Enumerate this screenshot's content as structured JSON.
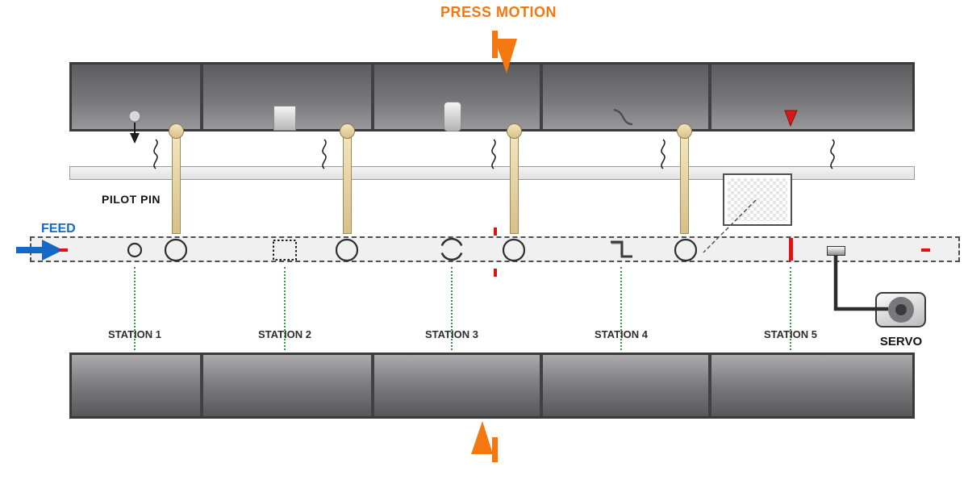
{
  "header": {
    "press_motion_label": "PRESS MOTION"
  },
  "feed": {
    "label": "FEED"
  },
  "pilot_pin": {
    "label": "PILOT PIN"
  },
  "servo": {
    "label": "SERVO"
  },
  "stations": {
    "labels": [
      "STATION 1",
      "STATION 2",
      "STATION 3",
      "STATION 4",
      "STATION 5"
    ]
  },
  "icons": {
    "press_ram_arrow": "▼",
    "bolster_arrow": "▲",
    "feed_arrow": "→",
    "ball_punch_arrow": "▼",
    "cutoff_punch_marker": "▼"
  },
  "colors": {
    "press_motion_orange": "#f4770f",
    "feed_blue": "#1568c4",
    "station_marker_green": "#2f9e44",
    "cutoff_red": "#e31212",
    "pilot_pin_tan": "#ebd9a8",
    "die_dark_gray": "#5d5d5f",
    "die_light_gray": "#ababad",
    "strip_gray": "#f0f0f0"
  }
}
